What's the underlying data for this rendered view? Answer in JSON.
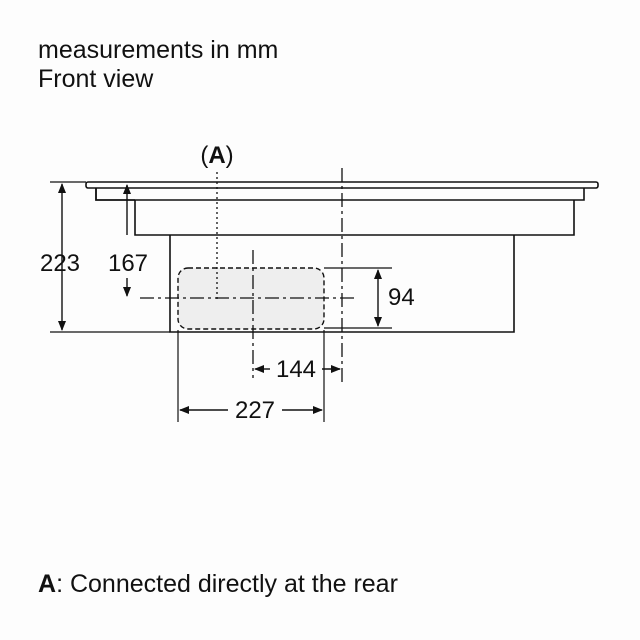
{
  "header": {
    "line1": "measurements in mm",
    "line2": "Front view"
  },
  "diagram": {
    "callout": {
      "open": "(",
      "letter": "A",
      "close": ")"
    },
    "dimensions": {
      "total_height": "223",
      "upper_height": "167",
      "box_height": "94",
      "center_offset": "144",
      "box_width": "227"
    }
  },
  "legend": {
    "key": "A",
    "text": ": Connected directly at the rear"
  }
}
